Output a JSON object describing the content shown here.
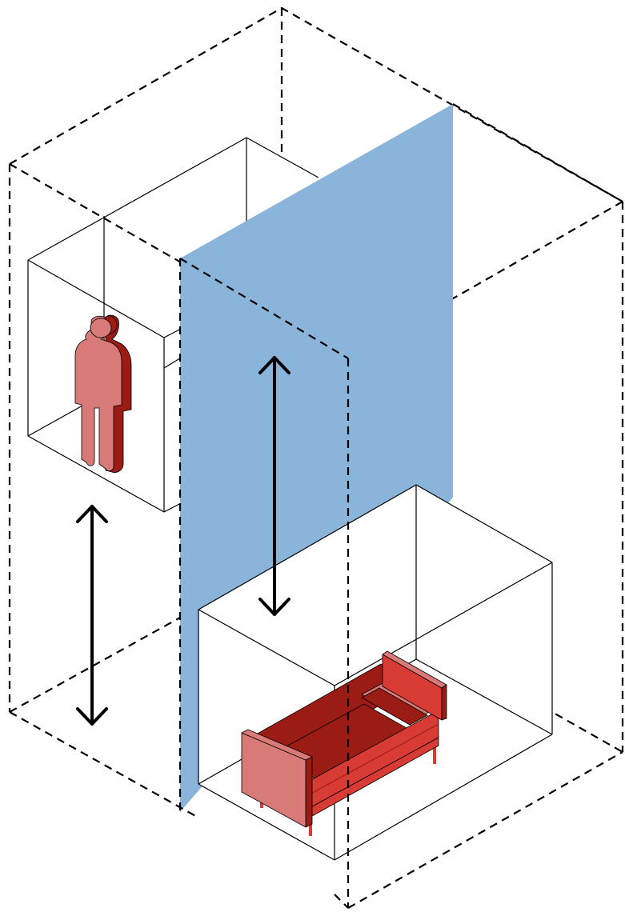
{
  "colors": {
    "background": "#ffffff",
    "wall": "#8ab4da",
    "figure_light": "#d87a78",
    "figure_dark": "#9b1c14",
    "sofa_mid": "#d83a34",
    "sofa_dark": "#9b1c14",
    "sofa_light": "#d87a78",
    "outline": "#000000"
  },
  "elements": {
    "outer_volume": "dashed-wireframe-box",
    "partition_wall": "vertical-plane",
    "upper_room": "solid-wireframe-box",
    "lower_room": "solid-wireframe-box",
    "person": "person-icon",
    "sofa": "sofa-icon",
    "arrows": [
      "double-headed-arrow",
      "double-headed-arrow"
    ]
  }
}
